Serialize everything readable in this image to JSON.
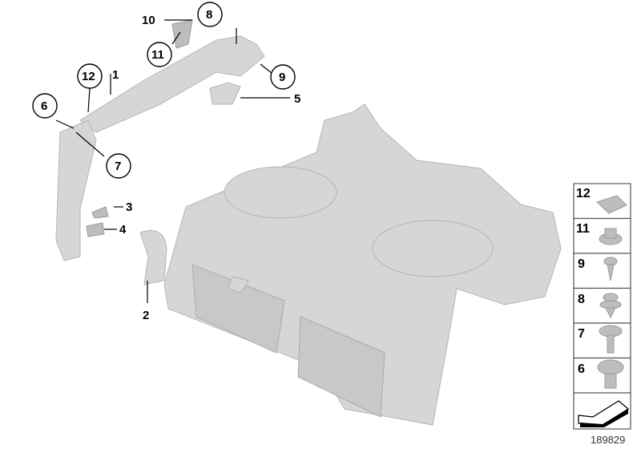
{
  "callouts": [
    "1",
    "2",
    "3",
    "4",
    "5",
    "6",
    "7",
    "8",
    "9",
    "10",
    "11",
    "12"
  ],
  "legend": {
    "items": [
      "12",
      "11",
      "9",
      "8",
      "7",
      "6"
    ],
    "arrow_icon": "direction-arrow-icon"
  },
  "diagram_number": "189829"
}
